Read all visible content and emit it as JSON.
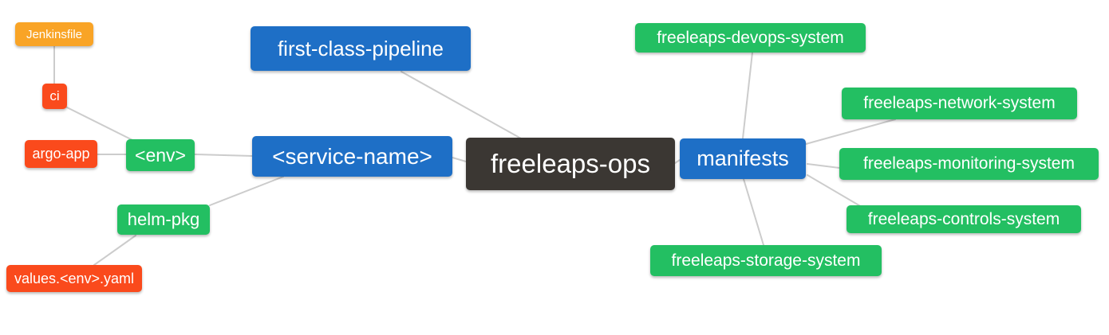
{
  "colors": {
    "root_bg": "#3B3733",
    "primary_bg": "#1E6FC6",
    "secondary_bg": "#23BF62",
    "leaf_bg": "#FA4A1C",
    "file_bg": "#F9A426",
    "edge": "#CCCCCC",
    "text": "#FFFFFF"
  },
  "nodes": {
    "root": {
      "label": "freeleaps-ops"
    },
    "first_class_pipeline": {
      "label": "first-class-pipeline"
    },
    "service_name": {
      "label": "<service-name>"
    },
    "env": {
      "label": "<env>"
    },
    "ci": {
      "label": "ci"
    },
    "jenkinsfile": {
      "label": "Jenkinsfile"
    },
    "argo_app": {
      "label": "argo-app"
    },
    "helm_pkg": {
      "label": "helm-pkg"
    },
    "values_env_yaml": {
      "label": "values.<env>.yaml"
    },
    "manifests": {
      "label": "manifests"
    },
    "devops_system": {
      "label": "freeleaps-devops-system"
    },
    "network_system": {
      "label": "freeleaps-network-system"
    },
    "monitoring_system": {
      "label": "freeleaps-monitoring-system"
    },
    "controls_system": {
      "label": "freeleaps-controls-system"
    },
    "storage_system": {
      "label": "freeleaps-storage-system"
    }
  }
}
